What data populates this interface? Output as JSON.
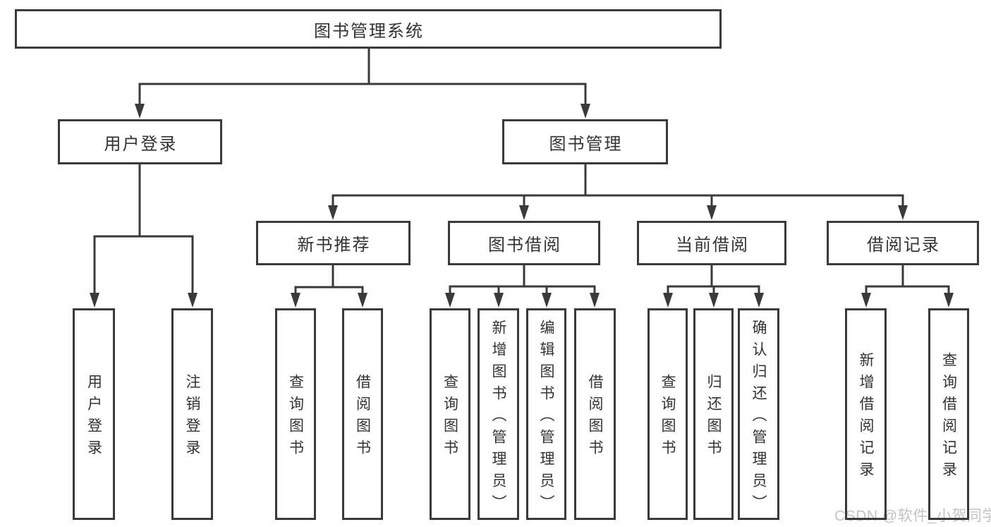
{
  "watermark": "CSDN @软件_小贺同学",
  "colors": {
    "line": "#3a3a3a",
    "text": "#333333",
    "watermark_gray": "#c3c3c3",
    "background": "#ffffff"
  },
  "nodes": {
    "root": {
      "label": "图书管理系统"
    },
    "user_login": {
      "label": "用户登录"
    },
    "book_mgmt": {
      "label": "图书管理"
    },
    "new_book_rec": {
      "label": "新书推荐"
    },
    "book_borrow": {
      "label": "图书借阅"
    },
    "current_borrow": {
      "label": "当前借阅"
    },
    "borrow_records": {
      "label": "借阅记录"
    },
    "ul_login": {
      "label": "用户登录"
    },
    "ul_logout": {
      "label": "注销登录"
    },
    "nr_query": {
      "label": "查询图书"
    },
    "nr_borrow": {
      "label": "借阅图书"
    },
    "bb_query": {
      "label": "查询图书"
    },
    "bb_add": {
      "label": "新增图书（管理员）"
    },
    "bb_edit": {
      "label": "编辑图书（管理员）"
    },
    "bb_borrow": {
      "label": "借阅图书"
    },
    "cb_query": {
      "label": "查询图书"
    },
    "cb_return": {
      "label": "归还图书"
    },
    "cb_confirm": {
      "label": "确认归还（管理员）"
    },
    "br_add": {
      "label": "新增借阅记录"
    },
    "br_query": {
      "label": "查询借阅记录"
    }
  },
  "hierarchy": {
    "图书管理系统": {
      "用户登录": [
        "用户登录",
        "注销登录"
      ],
      "图书管理": {
        "新书推荐": [
          "查询图书",
          "借阅图书"
        ],
        "图书借阅": [
          "查询图书",
          "新增图书（管理员）",
          "编辑图书（管理员）",
          "借阅图书"
        ],
        "当前借阅": [
          "查询图书",
          "归还图书",
          "确认归还（管理员）"
        ],
        "借阅记录": [
          "新增借阅记录",
          "查询借阅记录"
        ]
      }
    }
  }
}
